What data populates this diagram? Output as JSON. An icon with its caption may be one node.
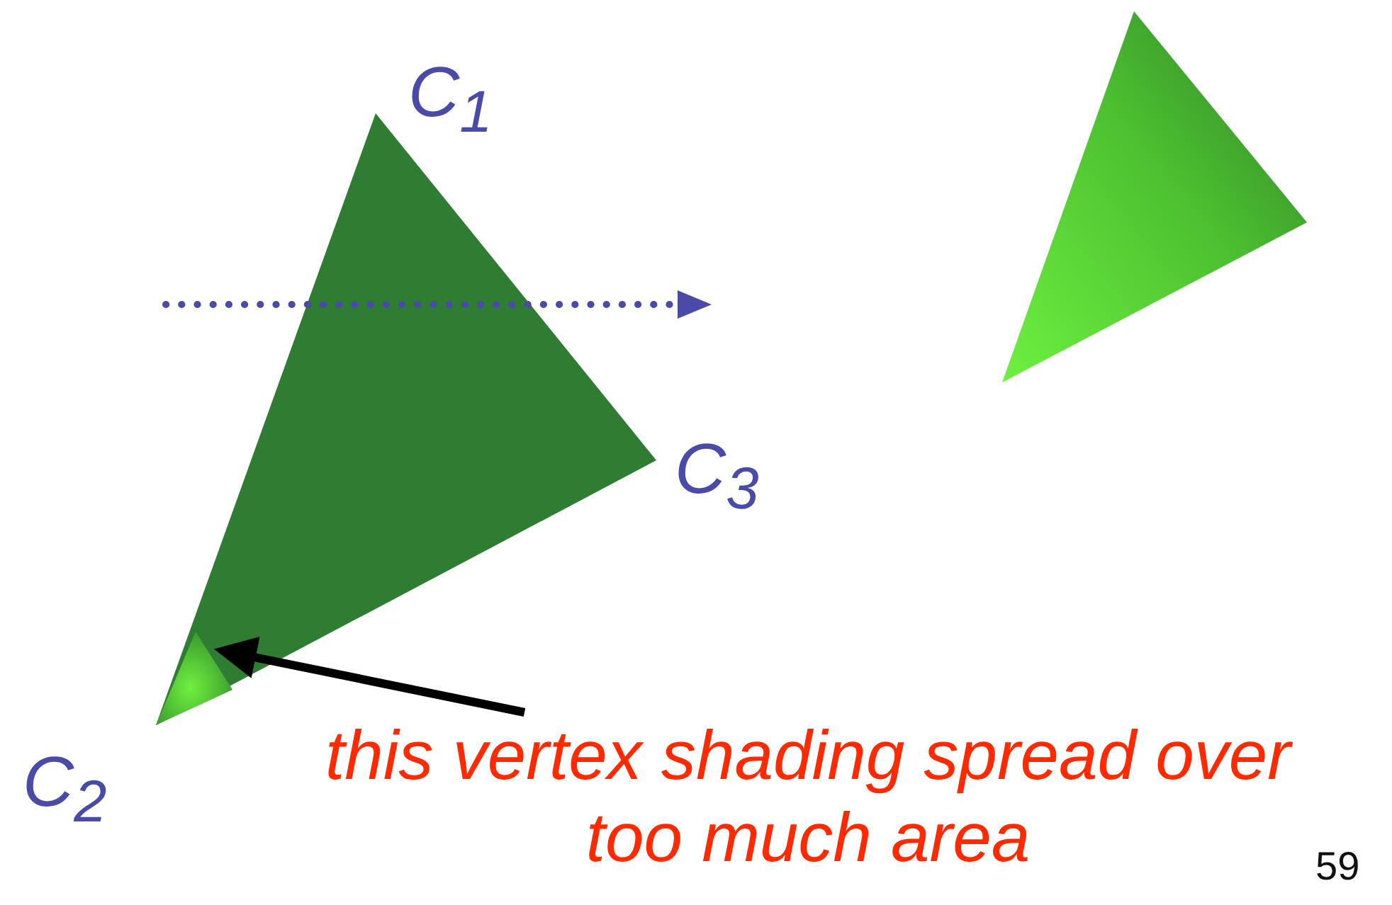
{
  "diagram": {
    "nodes": [
      {
        "text": [],
        "shape": "triangle"
      },
      {
        "text": [],
        "shape": "triangle"
      },
      {
        "text": [
          "this vertex shading spread over too much area"
        ]
      },
      {
        "text": [],
        "shape": "triangle",
        "in": 0
      }
    ],
    "edges": [
      {
        "from": 2,
        "to": 3,
        "arrow": "to"
      }
    ],
    "labels": [
      "C$_{1}$",
      "C$_{3}$",
      "C$_{2}$",
      "59"
    ]
  }
}
